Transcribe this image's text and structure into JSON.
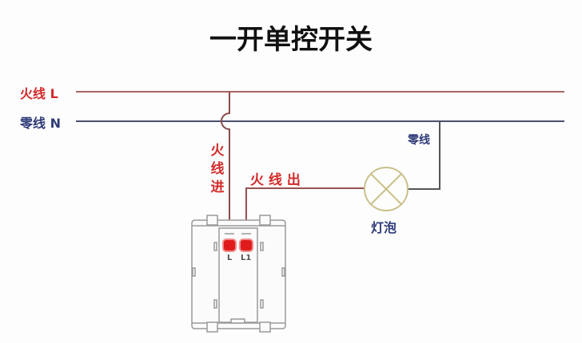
{
  "title": "一开单控开关",
  "lines": {
    "live": {
      "label": "火线 L",
      "color": "#d64a4a"
    },
    "neutral": {
      "label": "零线 N",
      "color": "#3a4684"
    }
  },
  "wires": {
    "live_in": {
      "label": [
        "火",
        "线",
        "进"
      ]
    },
    "live_out": {
      "label": "火 线 出"
    },
    "neutral_branch": {
      "label": "零线"
    }
  },
  "bulb": {
    "label": "灯泡"
  },
  "switch": {
    "terminals": [
      {
        "label": "L",
        "color": "#e01b1b"
      },
      {
        "label": "L1",
        "color": "#e01b1b"
      }
    ]
  },
  "colors": {
    "wire_red": "#a05a5a",
    "wire_dark": "#555555",
    "bulb_stroke": "#c9c08a"
  }
}
